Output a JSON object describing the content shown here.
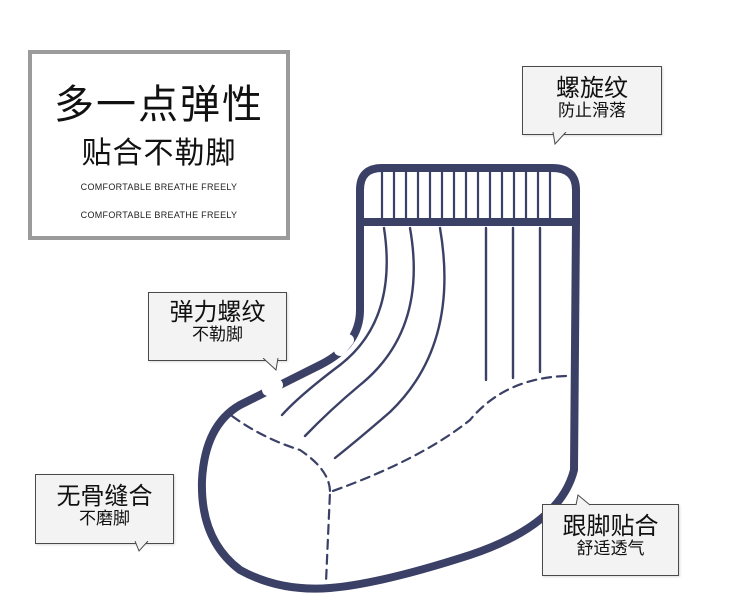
{
  "title_box": {
    "main": "多一点弹性",
    "sub": "贴合不勒脚",
    "english_line_1": "COMFORTABLE BREATHE FREELY",
    "english_line_2": "COMFORTABLE BREATHE FREELY"
  },
  "callouts": {
    "spiral": {
      "title": "螺旋纹",
      "subtitle": "防止滑落"
    },
    "elastic": {
      "title": "弹力螺纹",
      "subtitle": "不勒脚"
    },
    "seamless": {
      "title": "无骨缝合",
      "subtitle": "不磨脚"
    },
    "heel": {
      "title": "跟脚贴合",
      "subtitle": "舒适透气"
    }
  },
  "colors": {
    "sock_outline": "#3b4066",
    "box_border": "#9b9b9b",
    "callout_bg": "#f3f3f3"
  }
}
